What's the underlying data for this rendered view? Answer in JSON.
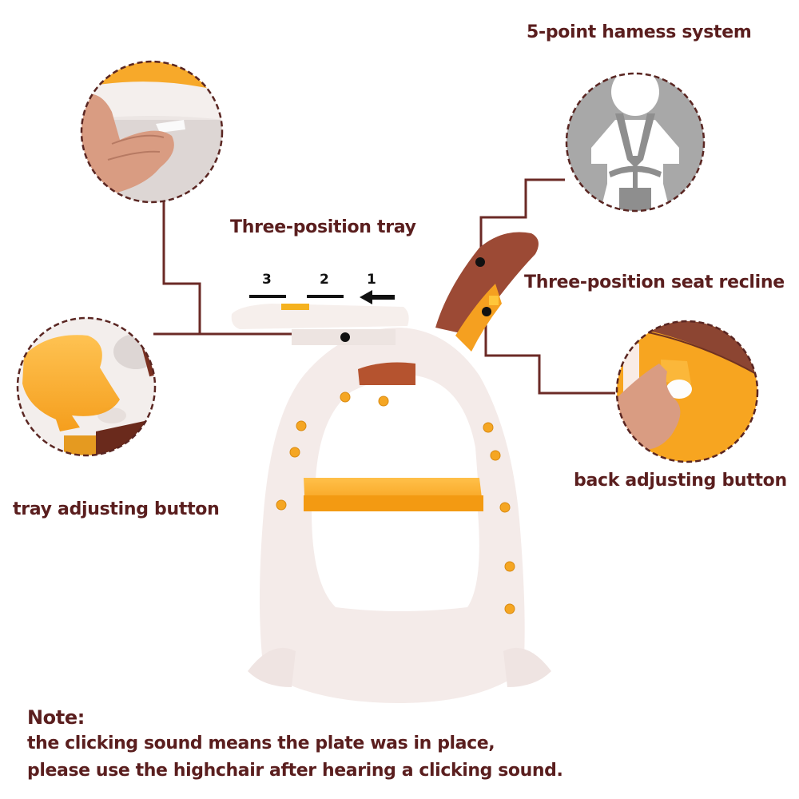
{
  "labels": {
    "harness": "5-point hamess system",
    "tray": "Three-position tray",
    "recline": "Three-position seat recline",
    "back_button": "back adjusting button",
    "tray_button": "tray adjusting button"
  },
  "tray_positions": [
    "3",
    "2",
    "1"
  ],
  "note": {
    "title": "Note:",
    "line1": "the clicking sound means the plate was in place,",
    "line2": "please use the highchair after hearing a clicking sound."
  },
  "colors": {
    "text": "#5a1e1e",
    "connector": "#6b2a26",
    "chair_body": "#f6eeec",
    "accent_orange": "#f5a623",
    "cushion_brown": "#9c4a35",
    "harness_gray": "#a9a9a9"
  }
}
